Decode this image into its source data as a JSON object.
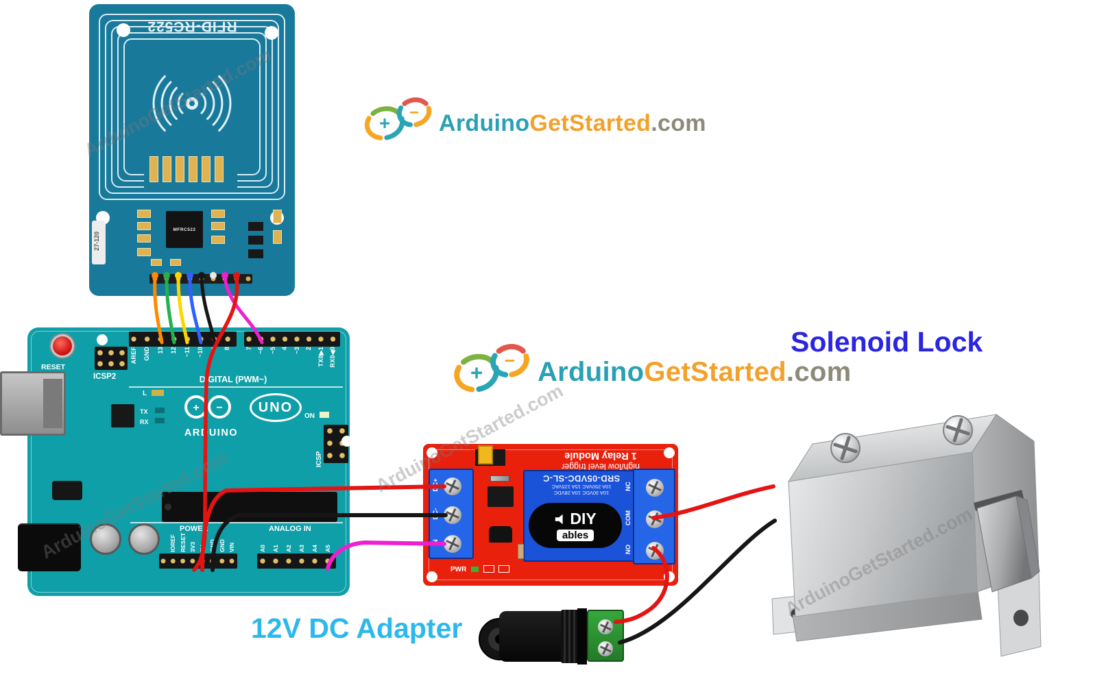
{
  "colors": {
    "arduino_teal": "#0f9fa8",
    "rfid_blue": "#19799b",
    "relay_red": "#e8200c",
    "relay_blue": "#1a52d8",
    "title_blue": "#2b25e0",
    "title_cyan": "#2bb8ec",
    "logo_teal": "#2aa0b5",
    "logo_orange": "#f2a12d",
    "logo_gray": "#8d8a7a",
    "wire_red": "#e41414",
    "wire_black": "#161616",
    "wire_orange": "#ff8a00",
    "wire_green": "#22b14c",
    "wire_yellow": "#ffd500",
    "wire_blue": "#3060ff",
    "wire_magenta": "#ee1fd0"
  },
  "branding": {
    "watermark": "ArduinoGetStarted.com",
    "logo": {
      "part1": "Arduino",
      "part2": "Get",
      "part3": "Started",
      "suffix": ".com",
      "plus": "+",
      "minus": "−"
    }
  },
  "titles": {
    "solenoid_lock": "Solenoid Lock",
    "dc_adapter": "12V DC Adapter"
  },
  "rfid": {
    "name": "RFID-RC522",
    "chip": "MFRC522",
    "side_code": "27-120"
  },
  "arduino": {
    "brand": "ARDUINO",
    "model": "UNO",
    "reset": "RESET",
    "icsp2": "ICSP2",
    "icsp": "ICSP",
    "digital_section": "DIGITAL (PWM~)",
    "power_section": "POWER",
    "analog_section": "ANALOG IN",
    "on_led": "ON",
    "led_l": "L",
    "led_tx": "TX",
    "led_rx": "RX",
    "digital_pins": [
      "AREF",
      "GND",
      "13",
      "12",
      "~11",
      "~10",
      "~9",
      "8",
      "7",
      "~6",
      "~5",
      "4",
      "~3",
      "2",
      "TX0▶1",
      "RX0◀0"
    ],
    "power_pins": [
      "IOREF",
      "RESET",
      "3V3",
      "5V",
      "GND",
      "GND",
      "VIN"
    ],
    "analog_pins": [
      "A0",
      "A1",
      "A2",
      "A3",
      "A4",
      "A5"
    ]
  },
  "relay": {
    "title": "1 Relay Module",
    "subtitle": "high/low level trigger",
    "part_number": "SRD-05VDC-SL-C",
    "rating1": "10A 250VAC 15A 125VAC",
    "rating2": "10A 30VDC 10A 28VDC",
    "brand_top": "DIY",
    "brand_bottom": "ables",
    "pwr": "PWR",
    "input_terminals": [
      "DC+",
      "DC-",
      "IN"
    ],
    "output_terminals": [
      "NC",
      "COM",
      "NO"
    ]
  }
}
